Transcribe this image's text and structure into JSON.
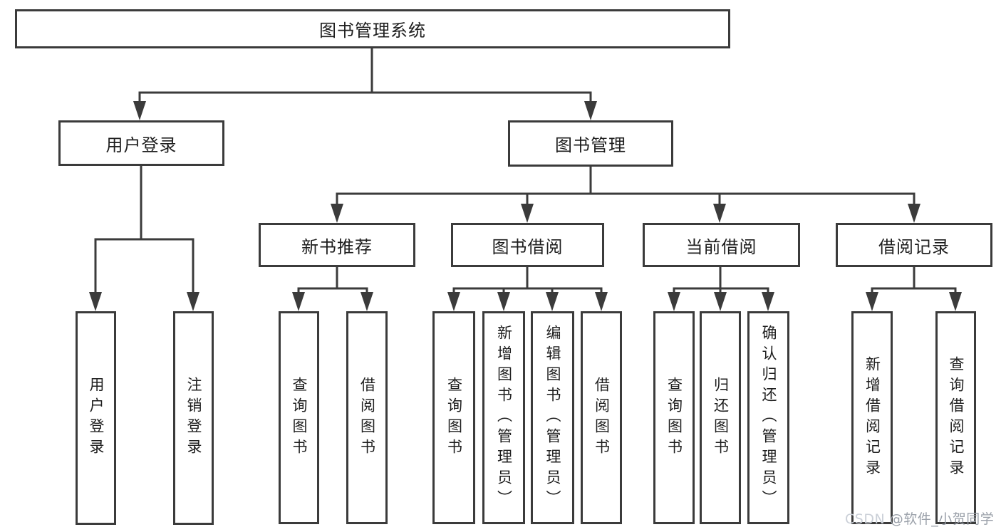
{
  "diagram": {
    "root": {
      "label": "图书管理系统"
    },
    "level2": {
      "user_login": {
        "label": "用户登录"
      },
      "book_management": {
        "label": "图书管理"
      }
    },
    "level3": {
      "new_book_recommend": {
        "label": "新书推荐"
      },
      "book_borrowing": {
        "label": "图书借阅"
      },
      "current_borrowing": {
        "label": "当前借阅"
      },
      "borrowing_records": {
        "label": "借阅记录"
      }
    },
    "leaves": {
      "user_login": {
        "label": "用户登录"
      },
      "logout": {
        "label": "注销登录"
      },
      "query_books_recommend": {
        "label": "查询图书"
      },
      "borrow_books_recommend": {
        "label": "借阅图书"
      },
      "query_books_borrowing": {
        "label": "查询图书"
      },
      "add_books_admin": {
        "label": "新增图书（管理员）"
      },
      "edit_books_admin": {
        "label": "编辑图书（管理员）"
      },
      "borrow_books_borrowing": {
        "label": "借阅图书"
      },
      "query_books_current": {
        "label": "查询图书"
      },
      "return_books": {
        "label": "归还图书"
      },
      "confirm_return_admin": {
        "label": "确认归还（管理员）"
      },
      "add_borrow_record": {
        "label": "新增借阅记录"
      },
      "query_borrow_record": {
        "label": "查询借阅记录"
      }
    },
    "watermark": {
      "brand": "CSDN ",
      "user": "@软件_小贺同学"
    },
    "colors": {
      "line": "#3b3b3b",
      "text": "#1e1e1e",
      "background": "#ffffff",
      "watermark_brand": "#cbd0d8",
      "watermark_user": "#9aa0a9"
    }
  }
}
